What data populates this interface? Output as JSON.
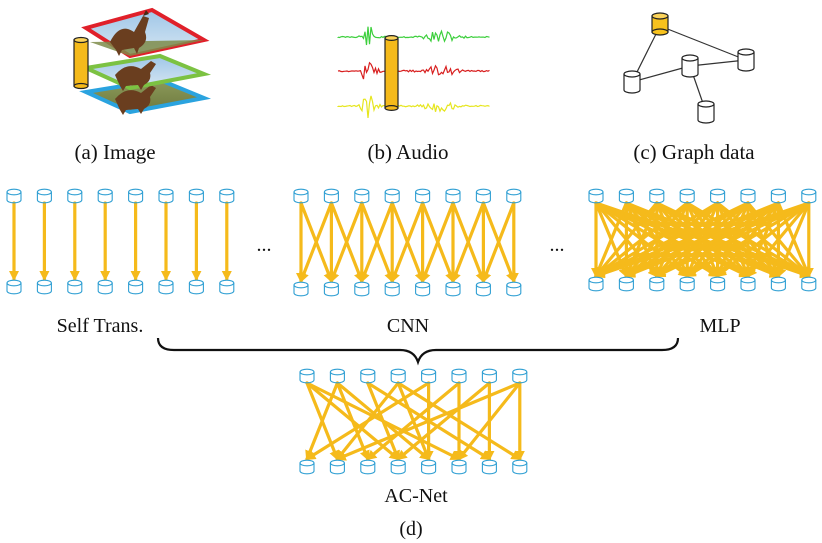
{
  "colors": {
    "arrow": "#F5BA1B",
    "node_stroke": "#2F9FD3",
    "node_fill": "#FFFFFF",
    "graph_highlight": "#F7C21D",
    "layer_red": "#E0202A",
    "layer_green": "#7CC242",
    "layer_blue": "#2AA3DF",
    "wave_green": "#3CCF3C",
    "wave_red": "#D81E1E",
    "wave_yellow": "#E6E61E"
  },
  "captions": {
    "image": "(a) Image",
    "audio": "(b) Audio",
    "graph": "(c) Graph data",
    "self_trans": "Self Trans.",
    "cnn": "CNN",
    "mlp": "MLP",
    "acnet": "AC-Net",
    "figure_label": "(d)"
  },
  "ellipsis": "...",
  "icons": {
    "image": "layered-image-icon",
    "audio": "waveform-audio-icon",
    "graph": "graph-nodes-icon",
    "node": "cylinder-node-icon"
  },
  "connections": {
    "self_trans": "one-to-one",
    "cnn": "local-window-3",
    "mlp": "fully-connected",
    "acnet": [
      [
        0,
        1
      ],
      [
        0,
        3
      ],
      [
        0,
        5
      ],
      [
        1,
        0
      ],
      [
        1,
        2
      ],
      [
        1,
        4
      ],
      [
        2,
        3
      ],
      [
        2,
        6
      ],
      [
        3,
        1
      ],
      [
        3,
        4
      ],
      [
        3,
        7
      ],
      [
        4,
        0
      ],
      [
        4,
        4
      ],
      [
        5,
        2
      ],
      [
        5,
        5
      ],
      [
        6,
        3
      ],
      [
        6,
        6
      ],
      [
        7,
        1
      ],
      [
        7,
        5
      ],
      [
        7,
        7
      ]
    ]
  }
}
